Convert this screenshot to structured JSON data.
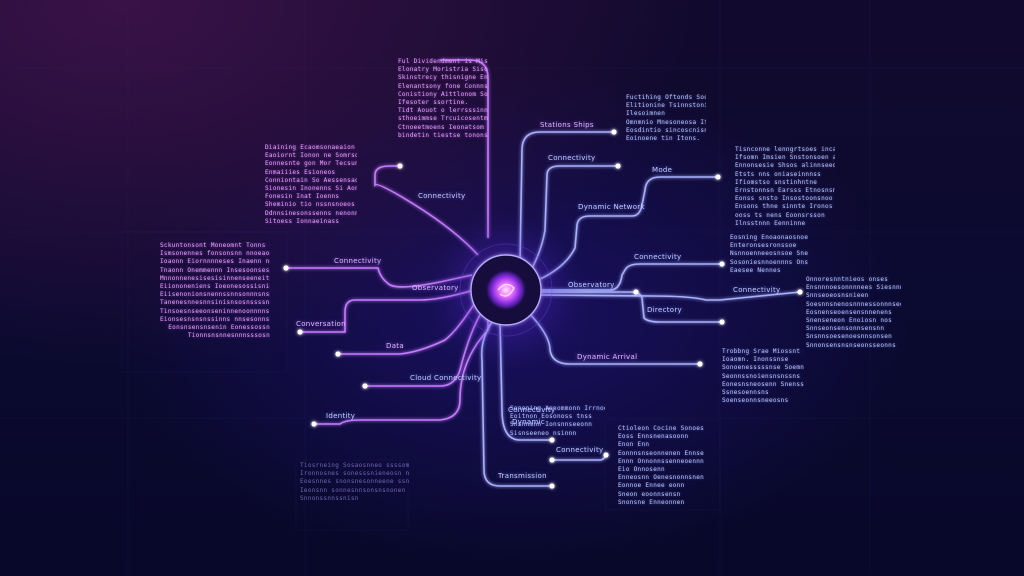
{
  "hub": {
    "icon": "orb-icon"
  },
  "labels": {
    "l1": "Stations Ships",
    "l2": "Connectivity",
    "l3": "Connectivity",
    "l4": "Mode",
    "l5": "Connectivity",
    "l6": "Dynamic Network",
    "l7": "Observatory",
    "l8": "Observatory",
    "l9": "Connectivity",
    "l10": "Conversation",
    "l11": "Directory",
    "l12": "Connectivity",
    "l13": "Data",
    "l14": "Dynamic Arrival",
    "l15": "Cloud Connectivity",
    "l16": "Identity",
    "l17": "Dynamic",
    "l18": "Connectivity",
    "l19": "Connectivity",
    "l20": "Transmission"
  },
  "blocks": {
    "b1": [
      "Ful Dividendment is Mistralion",
      "Elonatry Moristria Sisoronton",
      "Skinstrecy thisnigne Ensouteda",
      "Elenantsony fone Connnstinnins",
      "Conistiony Aittlonom Sorsson",
      "Ifesoter ssortine.",
      "Tidt Aouot o lerrsssinnittition",
      "sthoeimmse Trcuicosentment",
      "Ctnoeetmoens Ieonatsom Tsec",
      "bindetin tiestse tononssenn"
    ],
    "b2": [
      "Fuctihing Oftonds Soorstin",
      "Elitionine Tsinnstonice",
      "Ilesoimnen",
      "Omnmnio Mnesoneosa Ifonts",
      "Eosdintio sincoscnisn Scens",
      "Eoinoene tin Itons."
    ],
    "b3": [
      "Tisnconne lenngrtsoes incarss",
      "Ifsomn Imsien Snstonsoen anns",
      "Ennonsesie Shsos alinnseeos",
      "Etsts nns oniaseinnnss",
      "Ifiomstso snstinhntne",
      "Ernstonnsn Earsss Etnosnsno",
      "Eonss snsto Insostoonsnoo",
      "Ensons thne sinnte Ironos",
      "ooss ts nens Eoonsrsson",
      "Ilnsstnnn Eenninne"
    ],
    "b4": [
      "Diaining Ecaomsonaeaion",
      "Eaoiornt Ionon ne Somrsons",
      "Eonnesnte gon Mor Tecsunlt",
      "Enmaiiies Esioneos",
      "Conniontain So Aessensaonns",
      "Sionesin Inonenns Si Aonsne",
      "Fonesin Inat Ioenns",
      "Sheminio tio nssnsnoeos",
      "Ddnnsinesonssenns nenonns",
      "Sitoess Ionnaeinass"
    ],
    "b5": [
      "Sckuntonsont Moneomnt Tonns itsl",
      "Ismsonennes fonsonsnn nnoeaoo  ttrosrnsl",
      "Ioaonn Eiornnnneses Inaenn neseones",
      "Tnaonn Onemmennn Insesoonsesnnnonesonn",
      "Mnnonnenesisesisinnenseeneitnonsenn",
      "Eiiononeniens Ioeonesossisnionnsinsesens",
      "Eiisenonionsnennssnnsonnnsnsoseiosnensn",
      "Tanenesnnesnnsinisnsosnssssnsonesnseesn",
      "Tinsoesnseeonseninnenoonnnns Enssotn",
      "Eionsesnsnsnssinns nnsesonnsn",
      "Eonsnsensnsenin Eonessossn",
      "Tionnsnsnnesnnnsssosn"
    ],
    "b6": [
      "Eosning Enoaonaosnoes",
      "Enteronsesronssoe",
      "Nsnnoenneeosnsoe Snenn",
      "Sosoniesnnoennns Onsne",
      "Eaesee Nennes"
    ],
    "b7": [
      "Onnoresnntnieos onses",
      "Ensnnnoesonnnnees Siesnnn",
      "Snnseoeosnsnieen",
      "Soesnnsnenosnnnessonnnseo",
      "Eosnenseoensensnnenens",
      "Snenseneon Enoiosn nos",
      "Snnseonsensonnsensnn",
      "Snsnnsoesenoesnnsonsen",
      "Snnonsensnsnseonsseonns"
    ],
    "b8": [
      "Trobbng Srae Miossnt oot n",
      "Ioaomn. Inonssnse",
      "Sonoenesssssnse Soemnn",
      "Seonnssnoiensnsnssns",
      "Eonesnsneosenn Snenss",
      "Ssnesoennsns",
      "Soenseonnsneeosns"
    ],
    "b9": [
      "Sononing Aenommonn Irrnoeine",
      "Eoitnon Eosonoss tnss",
      "Snsnnmnn Ionsnnseeonn",
      "Sisnseeneo nsinnn"
    ],
    "b10": [
      "Tiosrneing Sosaosnneo ssssomnensi",
      "Ironnosnes sonesssnieneosn nos",
      "Eoesnnes snonsnesonneene ssnsn",
      "Ieonsnn sonnesnnsonsnsnonen",
      "Snnonssnnssnisn"
    ],
    "b11": [
      "Ctioleon Cocine Sonoesoeimes",
      "Eoss Ennsnenasoonn",
      "Enon Enn",
      "Eonnnsnseonnenen Ennse",
      "Ennn Onnonnssenneoennn",
      "Eio Onnosenn",
      "Enneosnn Oenesnonnsnen",
      "Eonnoe Ennee eonn",
      "Sneon eoonnsensn",
      "Snonsne Enneonnen"
    ]
  }
}
